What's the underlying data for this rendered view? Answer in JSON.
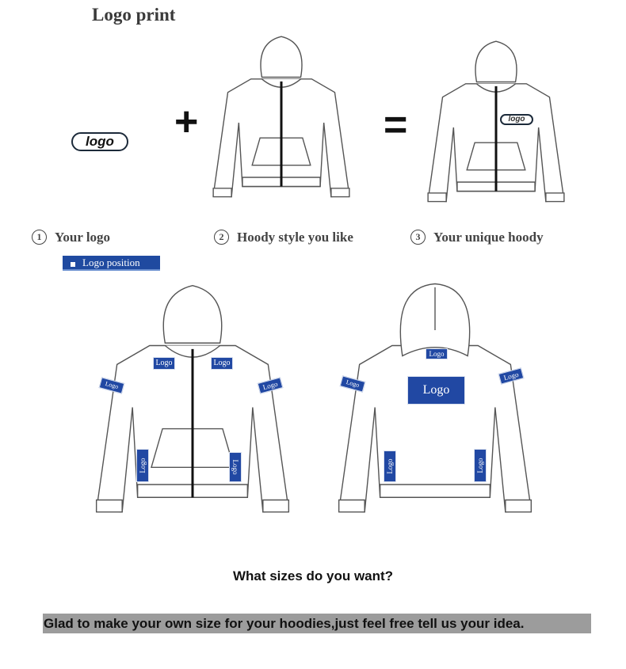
{
  "header": {
    "title": "Logo print"
  },
  "example_logo": {
    "text": "logo"
  },
  "operators": {
    "plus": "+",
    "equals": "="
  },
  "steps": [
    {
      "number": "1",
      "label": "Your logo"
    },
    {
      "number": "2",
      "label": "Hoody style you like"
    },
    {
      "number": "3",
      "label": "Your unique hoody"
    }
  ],
  "unique_hoody_logo": "logo",
  "logo_position": {
    "banner": "Logo position"
  },
  "front_patches": {
    "chest_left": "Logo",
    "chest_right": "Logo",
    "sleeve_left": "Logo",
    "sleeve_right": "Logo",
    "side_left": "Logo",
    "side_right": "Logo"
  },
  "back_patches": {
    "neck": "Logo",
    "center": "Logo",
    "sleeve_left": "Logo",
    "sleeve_right": "Logo",
    "side_left": "Logo",
    "side_right": "Logo"
  },
  "sizes": {
    "question": "What sizes do you want?",
    "note": "Glad to make your own size for your hoodies,just feel free tell us your idea."
  },
  "colors": {
    "patch_blue": "#2148a3",
    "note_bg": "#9c9c9c",
    "outline": "#555555"
  }
}
